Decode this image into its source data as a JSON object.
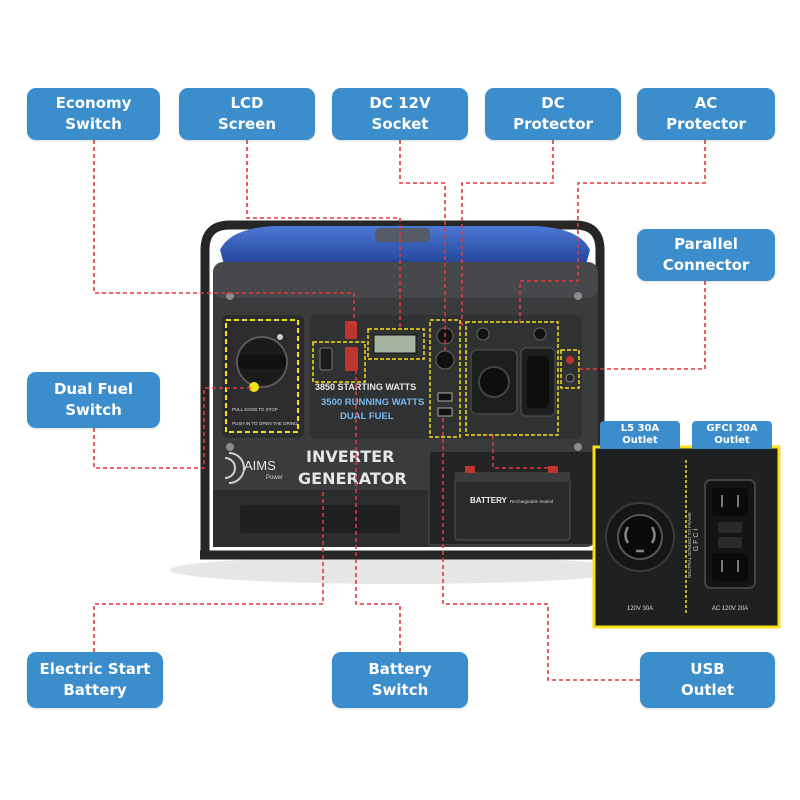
{
  "callouts": {
    "economy_switch": [
      "Economy",
      "Switch"
    ],
    "lcd_screen": [
      "LCD",
      "Screen"
    ],
    "dc_socket": [
      "DC 12V",
      "Socket"
    ],
    "dc_protector": [
      "DC",
      "Protector"
    ],
    "ac_protector": [
      "AC",
      "Protector"
    ],
    "parallel_connector": [
      "Parallel",
      "Connector"
    ],
    "dual_fuel_switch": [
      "Dual Fuel",
      "Switch"
    ],
    "electric_start_battery": [
      "Electric Start",
      "Battery"
    ],
    "battery_switch": [
      "Battery",
      "Switch"
    ],
    "usb_outlet": [
      "USB",
      "Outlet"
    ]
  },
  "inset": {
    "l5_tag": [
      "L5 30A",
      "Outlet"
    ],
    "gfci_tag": [
      "GFCI 20A",
      "Outlet"
    ],
    "l5_label": "120V 30A",
    "gfci_label": "AC 120V 20A",
    "neutral_label": "NEUTRAL BONDED TO FRAME",
    "gfci_letters": "G F C I"
  },
  "generator": {
    "brand_name": "AIMS",
    "brand_sub": "Power",
    "title_line1": "INVERTER",
    "title_line2": "GENERATOR",
    "starting_watts": "3850 STARTING WATTS",
    "running_watts": "3500 RUNNING WATTS",
    "fuel": "DUAL FUEL",
    "battery_label": "BATTERY",
    "battery_sub": "Rechargeable Sealed",
    "fuel_note1": "PULL KNOB TO STOP",
    "fuel_note2": "PUSH IN TO OPEN THE GRIND"
  },
  "colors": {
    "callout": "#3c8dcb",
    "leader": "#e0393b",
    "highlight": "#f7e018",
    "tank": "#2f58b8",
    "panel": "#2f3133"
  }
}
